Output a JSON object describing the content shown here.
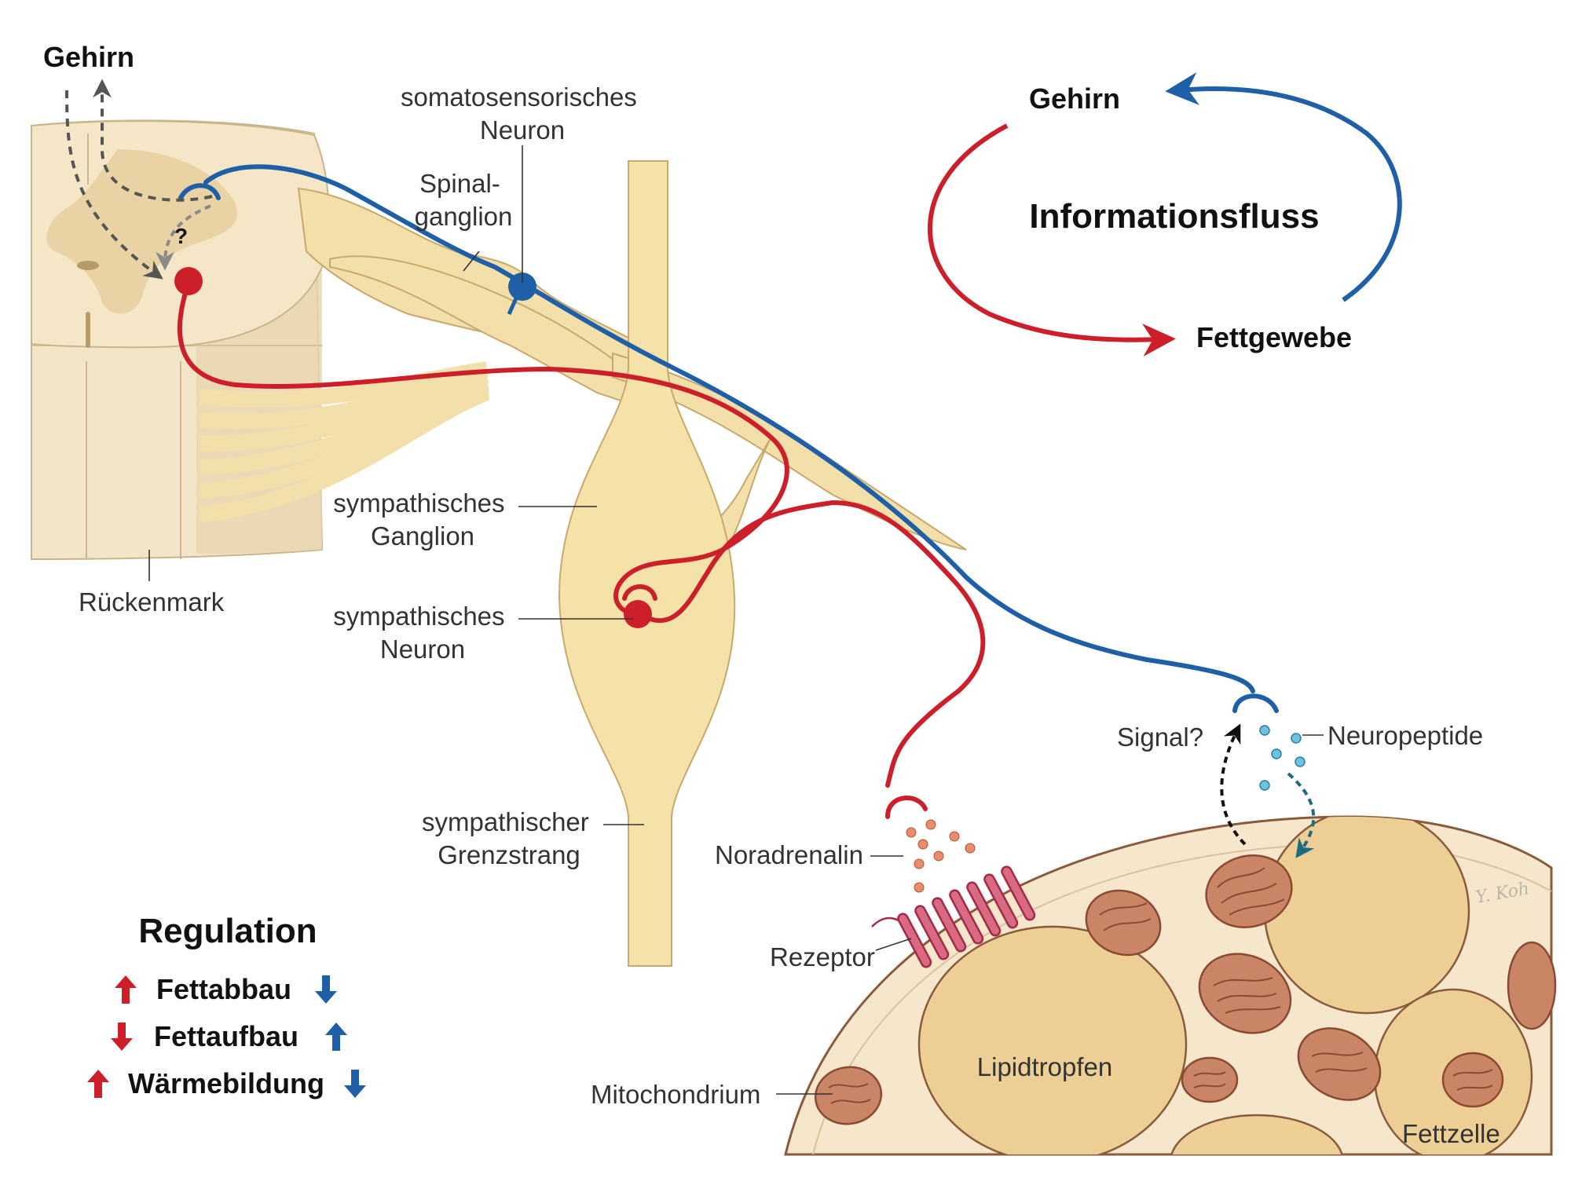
{
  "colors": {
    "efferent": "#cc1f2a",
    "afferent": "#1f5fa8",
    "tissue": "#f3e2b3",
    "tissue_dark": "#e3c98e",
    "grey_matter": "#e6d2a6",
    "mitochondrion": "#c98566",
    "lipid": "#edcf95",
    "neuropeptide": "#6cc3e0",
    "noradrenaline": "#e98c6a"
  },
  "labels": {
    "brain_top": "Gehirn",
    "spinal_cord": "Rückenmark",
    "somatosensory_neuron": [
      "somatosensorisches",
      "Neuron"
    ],
    "spinal_ganglion": [
      "Spinal-",
      "ganglion"
    ],
    "sympathetic_ganglion": [
      "sympathisches",
      "Ganglion"
    ],
    "sympathetic_neuron": [
      "sympathisches",
      "Neuron"
    ],
    "sympathetic_trunk": [
      "sympathischer",
      "Grenzstrang"
    ],
    "noradrenaline": "Noradrenalin",
    "receptor": "Rezeptor",
    "mitochondrion": "Mitochondrium",
    "lipid_droplet": "Lipidtropfen",
    "fat_cell": "Fettzelle",
    "signal": "Signal?",
    "neuropeptide": "Neuropeptide",
    "question_mark": "?",
    "signature": "Y. Koh"
  },
  "info_flow": {
    "title": "Informationsfluss",
    "top": "Gehirn",
    "bottom": "Fettgewebe"
  },
  "regulation": {
    "title": "Regulation",
    "rows": [
      {
        "label": "Fettabbau",
        "red_arrow": "up",
        "blue_arrow": "down"
      },
      {
        "label": "Fettaufbau",
        "red_arrow": "down",
        "blue_arrow": "up"
      },
      {
        "label": "Wärmebildung",
        "red_arrow": "up",
        "blue_arrow": "down"
      }
    ]
  }
}
